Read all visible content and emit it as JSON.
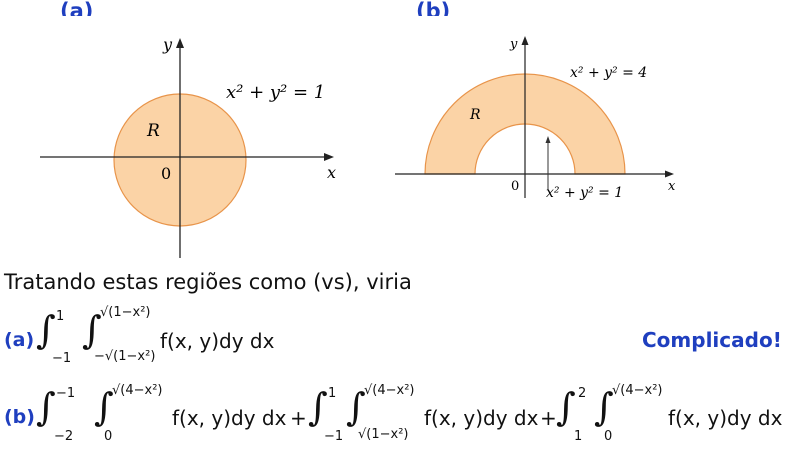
{
  "panels": [
    {
      "label": "(a)",
      "equation": "x² + y² = 1",
      "region": "R",
      "origin": "0",
      "x_axis": "x",
      "y_axis": "y"
    },
    {
      "label": "(b)",
      "equation_outer": "x² + y² = 4",
      "equation_inner": "x² + y² = 1",
      "region": "R",
      "origin": "0",
      "x_axis": "x",
      "y_axis": "y"
    }
  ],
  "text_line": "Tratando estas regiões como (vs), viria",
  "formula_a": {
    "label": "(a)",
    "outer_lower": "−1",
    "outer_upper": "1",
    "inner_lower": "−√(1−x²)",
    "inner_upper": "√(1−x²)",
    "integrand": "f(x, y)dy dx",
    "comment": "Complicado!"
  },
  "formula_b": {
    "label": "(b)",
    "terms": [
      {
        "outer_lower": "−2",
        "outer_upper": "−1",
        "inner_lower": "0",
        "inner_upper": "√(4−x²)",
        "integrand": "f(x, y)dy dx",
        "sep": "+"
      },
      {
        "outer_lower": "−1",
        "outer_upper": "1",
        "inner_lower": "√(1−x²)",
        "inner_upper": "√(4−x²)",
        "integrand": "f(x, y)dy dx",
        "sep": "+"
      },
      {
        "outer_lower": "1",
        "outer_upper": "2",
        "inner_lower": "0",
        "inner_upper": "√(4−x²)",
        "integrand": "f(x, y)dy dx",
        "sep": ""
      }
    ]
  },
  "colors": {
    "fill": "#fbd3a6",
    "stroke": "#e8944a",
    "accent": "#1f3fbf"
  }
}
